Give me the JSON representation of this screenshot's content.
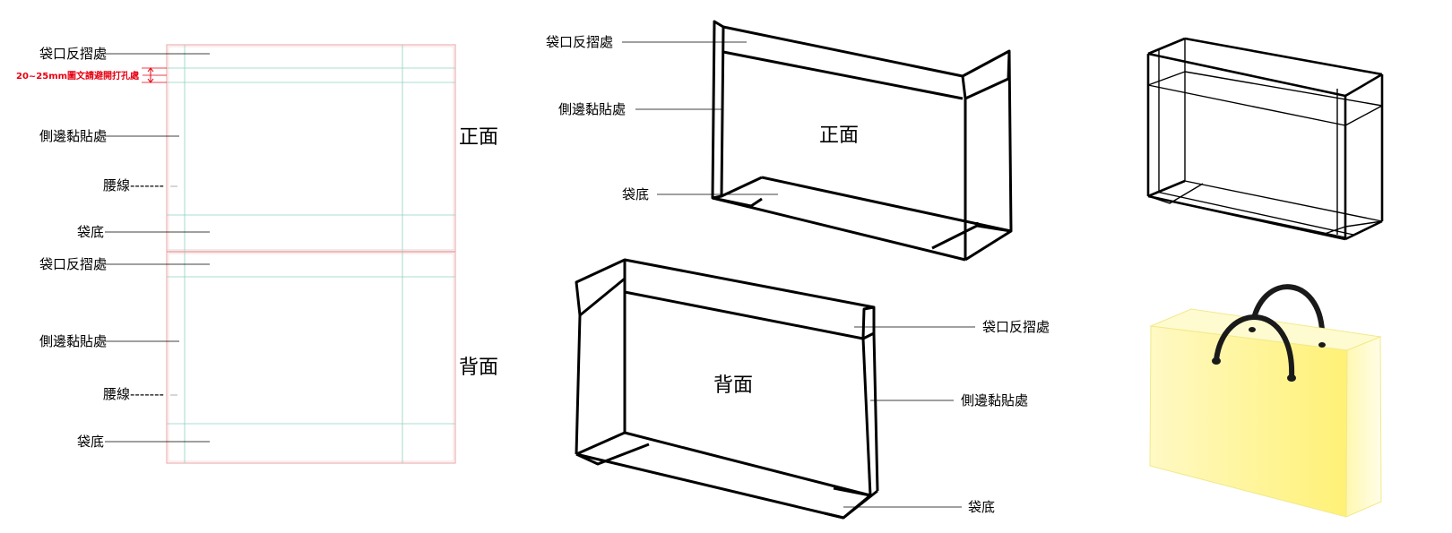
{
  "flat_layout": {
    "front_section": {
      "title": "正面",
      "labels": {
        "fold_top": "袋口反摺處",
        "hole_note": "20~25mm圖文請避開打孔處",
        "side_glue": "側邊黏貼處",
        "waist": "腰線-------",
        "bottom": "袋底"
      }
    },
    "back_section": {
      "title": "背面",
      "labels": {
        "fold_top": "袋口反摺處",
        "side_glue": "側邊黏貼處",
        "waist": "腰線-------",
        "bottom": "袋底"
      }
    }
  },
  "bag_3d_front": {
    "title": "正面",
    "labels": {
      "fold_top": "袋口反摺處",
      "side_glue": "側邊黏貼處",
      "bottom": "袋底"
    }
  },
  "bag_3d_back": {
    "title": "背面",
    "labels": {
      "fold_top": "袋口反摺處",
      "side_glue": "側邊黏貼處",
      "bottom": "袋底"
    }
  },
  "colors": {
    "trim_line": "#e8a3a3",
    "guide_line": "#8fd1c2",
    "note_red": "#e60012",
    "bag_fill": "#fff7a8",
    "handle": "#1a1a1a"
  }
}
